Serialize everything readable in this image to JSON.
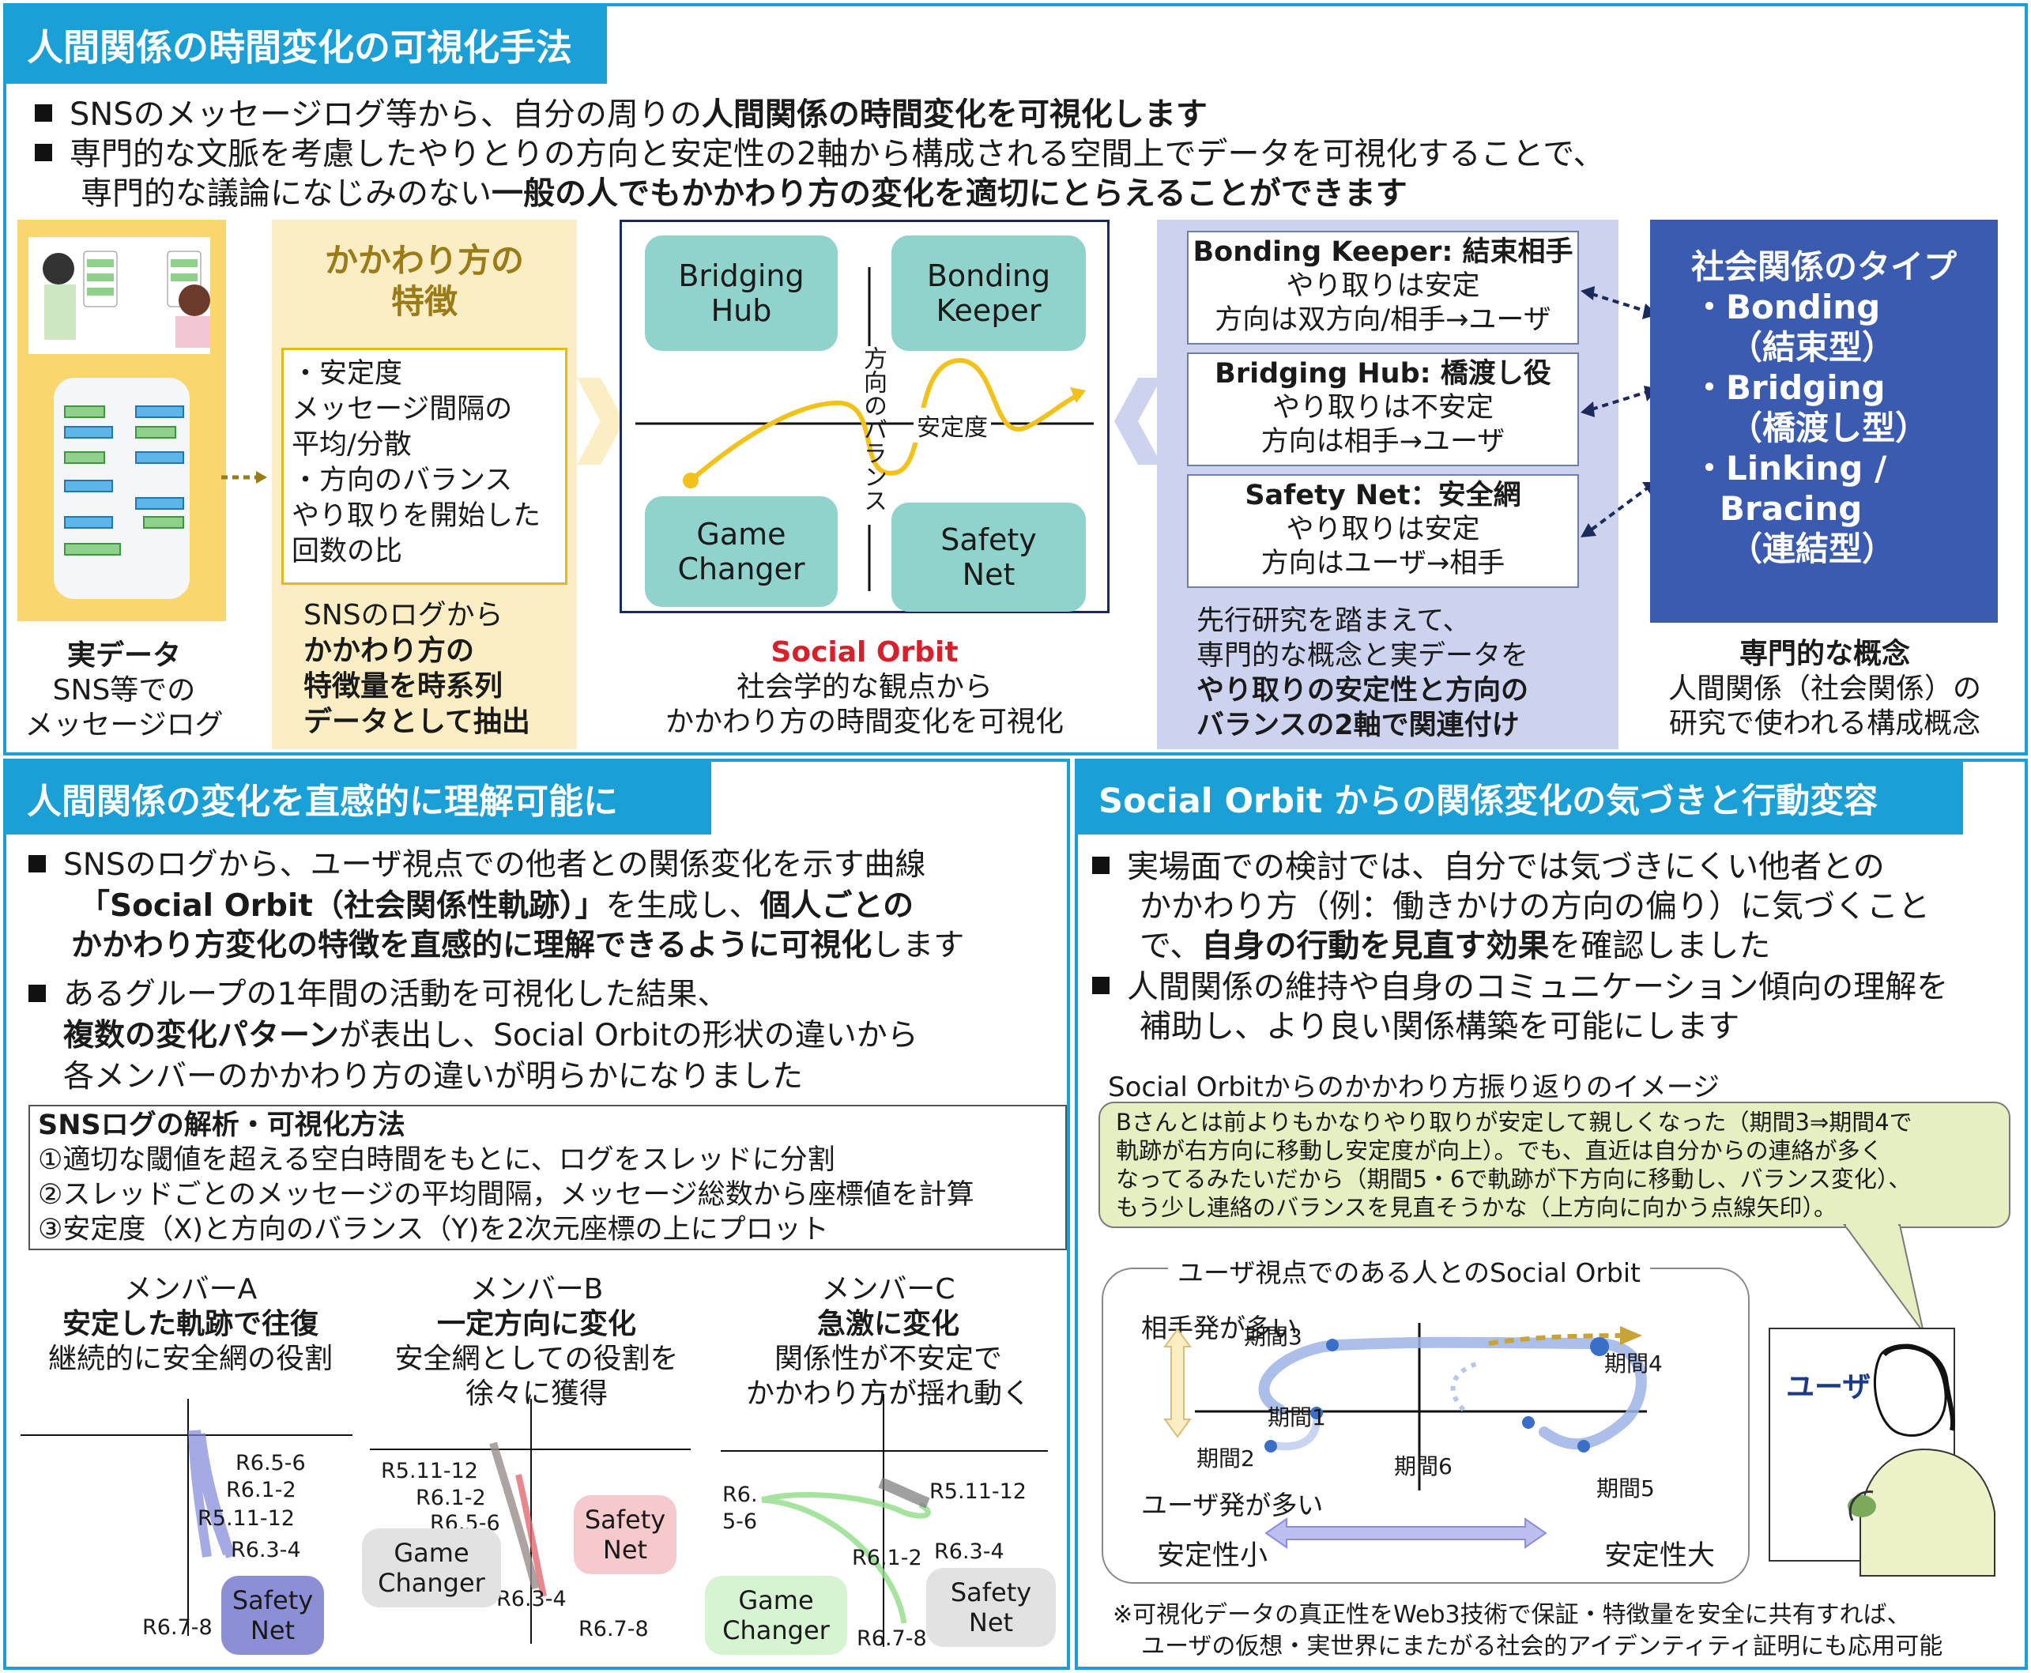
{
  "top": {
    "title": "人間関係の時間変化の可視化手法",
    "bullets": [
      {
        "pre": "SNSのメッセージログ等から、自分の周りの",
        "bold": "人間関係の時間変化を可視化します",
        "post": ""
      },
      {
        "line1": "専門的な文脈を考慮したやりとりの方向と安定性の2軸から構成される空間上でデータを可視化することで、",
        "line2pre": "専門的な議論になじみのない",
        "line2bold": "一般の人でもかかわり方の変化を適切にとらえることができます"
      }
    ],
    "real_data": {
      "title": "実データ",
      "line1": "SNS等での",
      "line2": "メッセージログ"
    },
    "features": {
      "heading1": "かかわり方の",
      "heading2": "特徴",
      "box_lines": [
        "・安定度",
        "メッセージ間隔の",
        "平均/分散",
        "・方向のバランス",
        "やり取りを開始した",
        "回数の比"
      ],
      "caption": [
        "SNSのログから",
        "かかわり方の",
        "特徴量を時系列",
        "データとして抽出"
      ]
    },
    "orbit": {
      "q_tl": [
        "Bridging",
        "Hub"
      ],
      "q_tr": [
        "Bonding",
        "Keeper"
      ],
      "q_bl": [
        "Game",
        "Changer"
      ],
      "q_br": [
        "Safety",
        "Net"
      ],
      "axis_v": "方向のバランス",
      "axis_h": "安定度",
      "caption_title": "Social Orbit",
      "caption1": "社会学的な観点から",
      "caption2": "かかわり方の時間変化を可視化"
    },
    "relations": [
      {
        "title": "Bonding Keeper: 結束相手",
        "l1": "やり取りは安定",
        "l2": "方向は双方向/相手→ユーザ"
      },
      {
        "title": "Bridging Hub: 橋渡し役",
        "l1": "やり取りは不安定",
        "l2": "方向は相手→ユーザ"
      },
      {
        "title": "Safety Net：安全網",
        "l1": "やり取りは安定",
        "l2": "方向はユーザ→相手"
      }
    ],
    "relations_caption": [
      "先行研究を踏まえて、",
      "専門的な概念と実データを",
      "やり取りの安定性と方向の",
      "バランスの2軸で関連付け"
    ],
    "types": {
      "title": "社会関係のタイプ",
      "items": [
        "・Bonding",
        "（結束型）",
        "・Bridging",
        "（橋渡し型）",
        "・Linking /",
        "Bracing",
        "（連結型）"
      ]
    },
    "concept_caption": {
      "title": "専門的な概念",
      "l1": "人間関係（社会関係）の",
      "l2": "研究で使われる構成概念"
    }
  },
  "left": {
    "title": "人間関係の変化を直感的に理解可能に",
    "b1": {
      "l1": "SNSのログから、ユーザ視点での他者との関係変化を示す曲線",
      "l2bold": "「Social Orbit（社会関係性軌跡）」",
      "l2post": "を生成し、",
      "l2bold2": "個人ごとの",
      "l3bold": "かかわり方変化の特徴を直感的に理解できるように可視化",
      "l3post": "します"
    },
    "b2": {
      "l1": "あるグループの1年間の活動を可視化した結果、",
      "l2bold": "複数の変化パターン",
      "l2post": "が表出し、Social Orbitの形状の違いから",
      "l3": "各メンバーのかかわり方の違いが明らかになりました"
    },
    "method": {
      "title": "SNSログの解析・可視化方法",
      "steps": [
        "①適切な閾値を超える空白時間をもとに、ログをスレッドに分割",
        "②スレッドごとのメッセージの平均間隔，メッセージ総数から座標値を計算",
        "③安定度（X)と方向のバランス（Y)を2次元座標の上にプロット"
      ]
    },
    "members": [
      {
        "name": "メンバーA",
        "bold": "安定した軌跡で往復",
        "desc": [
          "継続的に安全網の役割"
        ],
        "labels": [
          "R6.5-6",
          "R6.1-2",
          "R5.11-12",
          "R6.3-4",
          "R6.7-8"
        ],
        "chip": [
          "Safety",
          "Net"
        ]
      },
      {
        "name": "メンバーB",
        "bold": "一定方向に変化",
        "desc": [
          "安全網としての役割を",
          "徐々に獲得"
        ],
        "labels": [
          "R5.11-12",
          "R6.1-2",
          "R6.5-6",
          "R6.3-4",
          "R6.7-8"
        ],
        "chip1": [
          "Game",
          "Changer"
        ],
        "chip2": [
          "Safety",
          "Net"
        ]
      },
      {
        "name": "メンバーC",
        "bold": "急激に変化",
        "desc": [
          "関係性が不安定で",
          "かかわり方が揺れ動く"
        ],
        "labels": [
          "R6.",
          "5-6",
          "R5.11-12",
          "R6.1-2",
          "R6.3-4",
          "R6.7-8"
        ],
        "chip1": [
          "Game",
          "Changer"
        ],
        "chip2": [
          "Safety",
          "Net"
        ]
      }
    ]
  },
  "right": {
    "title": "Social Orbit からの関係変化の気づきと行動変容",
    "b1": {
      "l1": "実場面での検討では、自分では気づきにくい他者との",
      "l2": "かかわり方（例：働きかけの方向の偏り）に気づくこと",
      "l3pre": "で、",
      "l3bold": "自身の行動を見直す効果",
      "l3post": "を確認しました"
    },
    "b2": {
      "l1": "人間関係の維持や自身のコミュニケーション傾向の理解を",
      "l2": "補助し、より良い関係構築を可能にします"
    },
    "image_caption": "Social Orbitからのかかわり方振り返りのイメージ",
    "bubble": [
      "Bさんとは前よりもかなりやり取りが安定して親しくなった（期間3⇒期間4で",
      "軌跡が右方向に移動し安定度が向上）。でも、直近は自分からの連絡が多く",
      "なってるみたいだから（期間5・6で軌跡が下方向に移動し、バランス変化）、",
      "もう少し連絡のバランスを見直そうかな（上方向に向かう点線矢印）。"
    ],
    "orbit_title": "ユーザ視点でのある人とのSocial Orbit",
    "partner_more": "相手発が多い",
    "user_more": "ユーザ発が多い",
    "stability_low": "安定性小",
    "stability_high": "安定性大",
    "periods": [
      "期間1",
      "期間2",
      "期間3",
      "期間4",
      "期間5",
      "期間6"
    ],
    "user_label": "ユーザ",
    "footnote": [
      "※可視化データの真正性をWeb3技術で保証・特徴量を安全に共有すれば、",
      "ユーザの仮想・実世界にまたがる社会的アイデンティティ証明にも応用可能"
    ]
  },
  "colors": {
    "accent": "#1aa0d6",
    "navy": "#3a5bb0",
    "teal": "#8fd3cc",
    "yellow": "#f9d66e",
    "gold": "#f2c21b",
    "lavender": "#cdd3ef",
    "bubble": "#e6efc2"
  }
}
